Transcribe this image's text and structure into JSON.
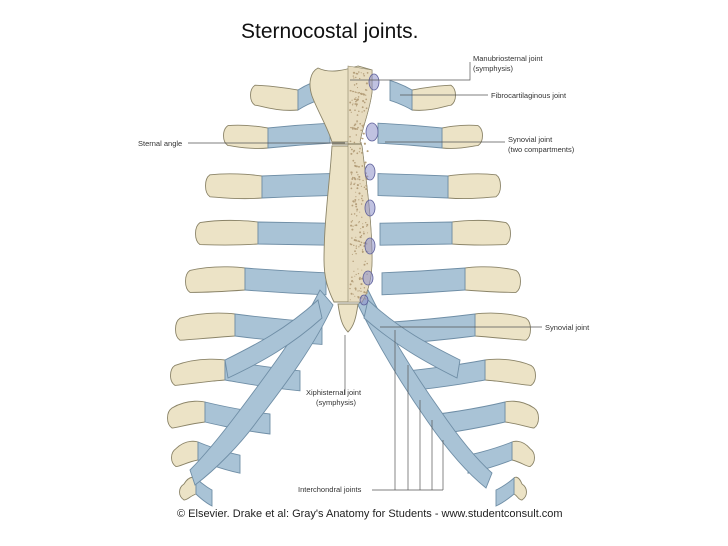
{
  "title": "Sternocostal joints.",
  "labels": {
    "manubriosternal": [
      "Manubriosternal joint",
      "(symphysis)"
    ],
    "fibrocartilaginous": "Fibrocartilaginous joint",
    "synovial_two": [
      "Synovial joint",
      "(two compartments)"
    ],
    "sternal_angle": "Sternal angle",
    "synovial": "Synovial joint",
    "xiphisternal": [
      "Xiphisternal joint",
      "(symphysis)"
    ],
    "interchondral": "Interchondral joints"
  },
  "credit": "© Elsevier. Drake et al: Gray's Anatomy for Students - www.studentconsult.com",
  "colors": {
    "bone": "#ece3c6",
    "cartilage": "#a9c3d6",
    "joint": "#8d8fc9"
  }
}
